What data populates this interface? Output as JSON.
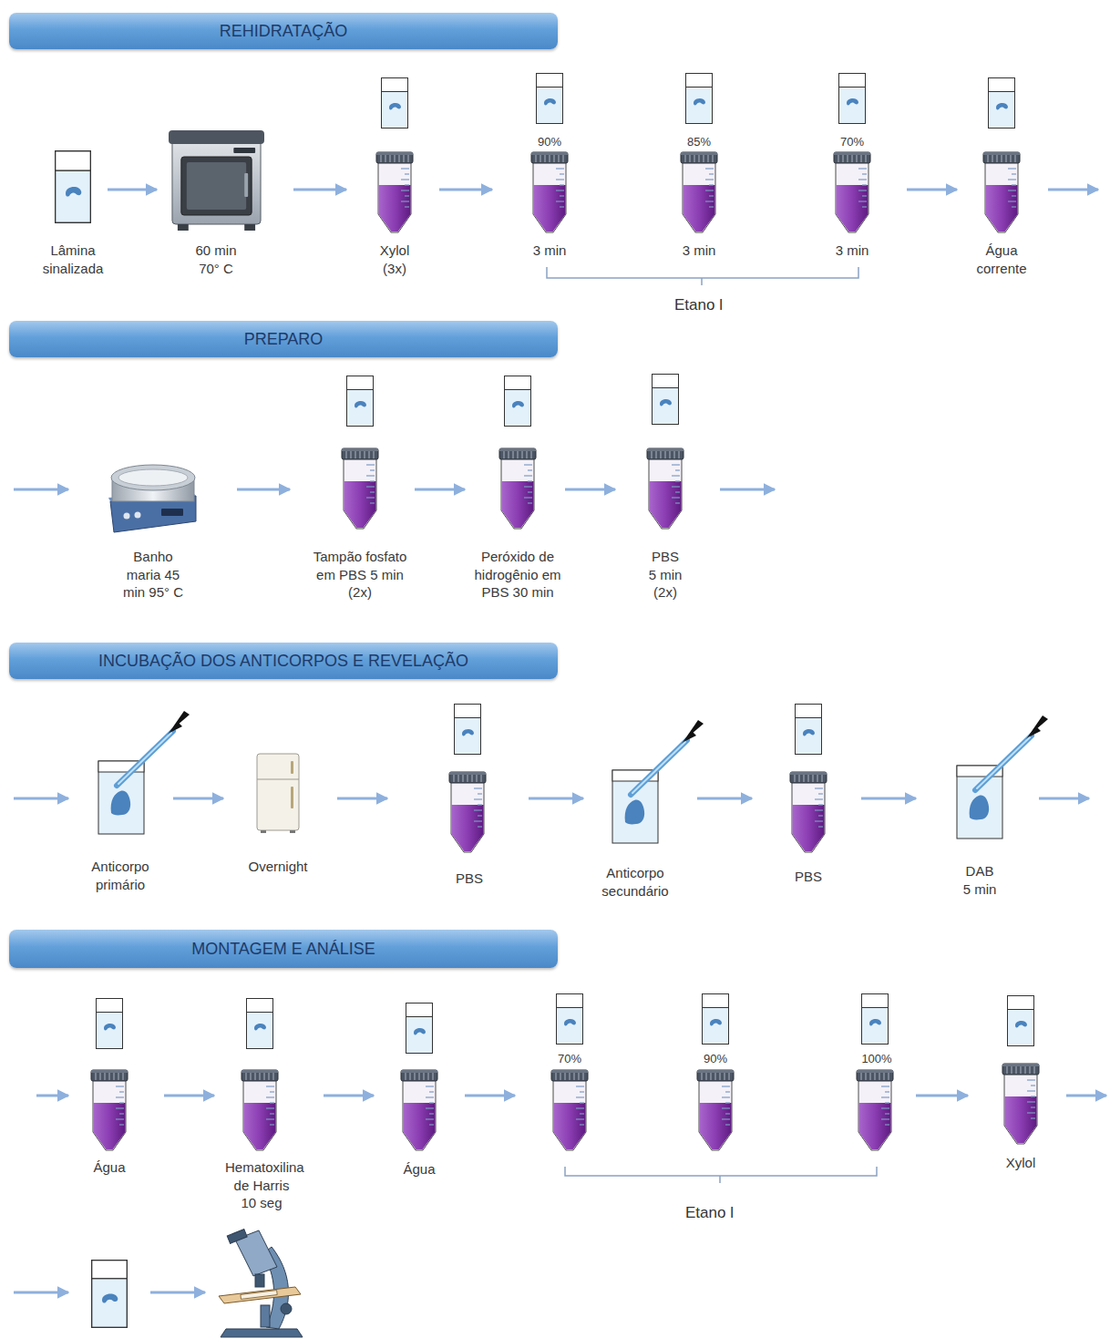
{
  "diagram": {
    "nodes": [
      {
        "text": [
          "REHIDRATAÇÃO"
        ]
      },
      {
        "text": [
          "Lâmina sinalizada"
        ]
      },
      {
        "text": [
          "60 min 70° C"
        ]
      },
      {
        "text": [
          "Xylol (3x)"
        ]
      },
      {
        "text": [
          "90%",
          "3 min"
        ]
      },
      {
        "text": [
          "85%",
          "3 min"
        ]
      },
      {
        "text": [
          "70%",
          "3 min"
        ]
      },
      {
        "text": [
          "Água corrente"
        ]
      },
      {
        "text": [
          "PREPARO"
        ]
      },
      {
        "text": [
          "Banho maria 45 min 95° C"
        ]
      },
      {
        "text": [
          "Tampão fosfato em PBS 5 min (2x)"
        ]
      },
      {
        "text": [
          "Peróxido de hidrogênio em PBS 30 min"
        ]
      },
      {
        "text": [
          "PBS 5 min (2x)"
        ]
      },
      {
        "text": [
          "INCUBAÇÃO DOS ANTICORPOS E REVELAÇÃO"
        ]
      },
      {
        "text": [
          "Anticorpo primário"
        ]
      },
      {
        "text": [
          "Overnight"
        ]
      },
      {
        "text": [
          "PBS"
        ]
      },
      {
        "text": [
          "Anticorpo secundário"
        ]
      },
      {
        "text": [
          "PBS"
        ]
      },
      {
        "text": [
          "DAB 5 min"
        ]
      },
      {
        "text": [
          "MONTAGEM E ANÁLISE"
        ]
      },
      {
        "text": [
          "Água"
        ]
      },
      {
        "text": [
          "Hematoxilina de Harris 10 seg"
        ]
      },
      {
        "text": [
          "Água"
        ]
      },
      {
        "text": [
          "70%"
        ]
      },
      {
        "text": [
          "90%"
        ]
      },
      {
        "text": [
          "100%"
        ]
      },
      {
        "text": [
          "Xylol"
        ]
      }
    ],
    "edges": [
      {
        "from": 1,
        "to": 2,
        "arrow": "to"
      },
      {
        "from": 2,
        "to": 3,
        "arrow": "to"
      },
      {
        "from": 3,
        "to": 4,
        "arrow": "to"
      },
      {
        "from": 6,
        "to": 7,
        "arrow": "to"
      },
      {
        "from": 9,
        "to": 10,
        "arrow": "to"
      },
      {
        "from": 10,
        "to": 11,
        "arrow": "to"
      },
      {
        "from": 11,
        "to": 12,
        "arrow": "to"
      },
      {
        "from": 14,
        "to": 15,
        "arrow": "to"
      },
      {
        "from": 15,
        "to": 16,
        "arrow": "to"
      },
      {
        "from": 16,
        "to": 17,
        "arrow": "to"
      },
      {
        "from": 17,
        "to": 18,
        "arrow": "to"
      },
      {
        "from": 18,
        "to": 19,
        "arrow": "to"
      },
      {
        "from": 21,
        "to": 22,
        "arrow": "to"
      },
      {
        "from": 22,
        "to": 23,
        "arrow": "to"
      },
      {
        "from": 23,
        "to": 24,
        "arrow": "to"
      },
      {
        "from": 26,
        "to": 27,
        "arrow": "to"
      }
    ],
    "labels": [
      "Etano l",
      "Etano l"
    ]
  }
}
